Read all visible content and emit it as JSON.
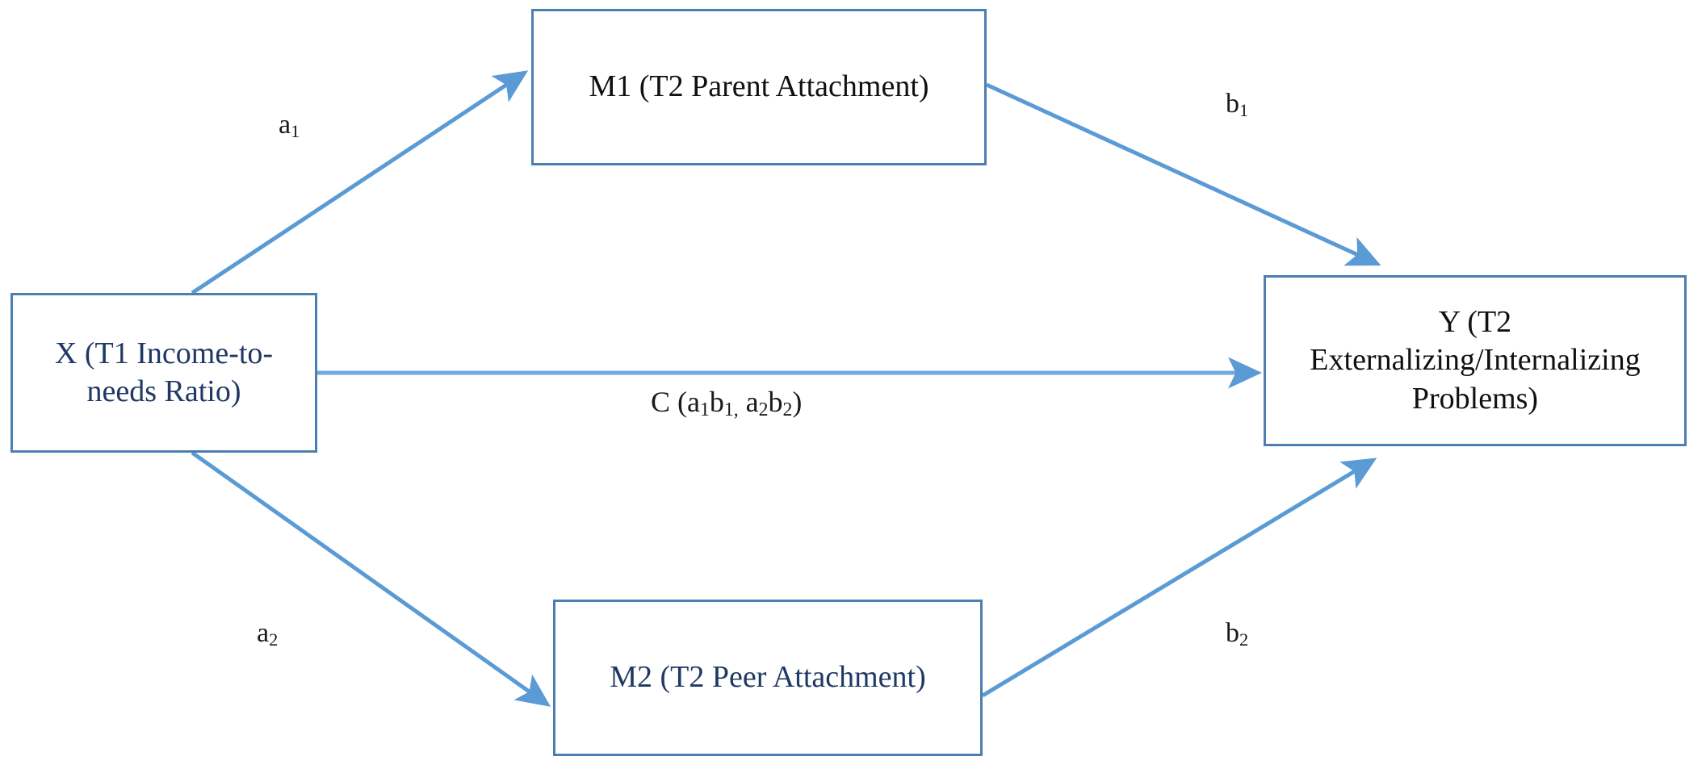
{
  "diagram": {
    "type": "mediation-model",
    "title": "",
    "colors": {
      "box_border": "#4C7EB0",
      "arrow": "#5B9BD5",
      "navy_text": "#1F3864",
      "black_text": "#101010",
      "background": "#FFFFFF"
    },
    "nodes": [
      {
        "id": "X",
        "label": "X (T1 Income-to-\nneeds Ratio)",
        "role": "predictor",
        "text_color": "#1F3864"
      },
      {
        "id": "M1",
        "label": "M1 (T2 Parent Attachment)",
        "role": "mediator",
        "text_color": "#101010"
      },
      {
        "id": "M2",
        "label": "M2 (T2 Peer Attachment)",
        "role": "mediator",
        "text_color": "#1F3864"
      },
      {
        "id": "Y",
        "label": "Y (T2\nExternalizing/Internalizing\nProblems)",
        "role": "outcome",
        "text_color": "#101010"
      }
    ],
    "paths": [
      {
        "id": "a1",
        "from": "X",
        "to": "M1",
        "label_base": "a",
        "label_sub": "1"
      },
      {
        "id": "b1",
        "from": "M1",
        "to": "Y",
        "label_base": "b",
        "label_sub": "1"
      },
      {
        "id": "a2",
        "from": "X",
        "to": "M2",
        "label_base": "a",
        "label_sub": "2"
      },
      {
        "id": "b2",
        "from": "M2",
        "to": "Y",
        "label_base": "b",
        "label_sub": "2"
      },
      {
        "id": "c",
        "from": "X",
        "to": "Y",
        "label_prefix": "C (a",
        "label_sub1": "1",
        "label_mid1": "b",
        "label_sub2": "1,",
        "label_mid2": " a",
        "label_sub3": "2",
        "label_mid3": "b",
        "label_sub4": "2",
        "label_suffix": ")"
      }
    ]
  }
}
